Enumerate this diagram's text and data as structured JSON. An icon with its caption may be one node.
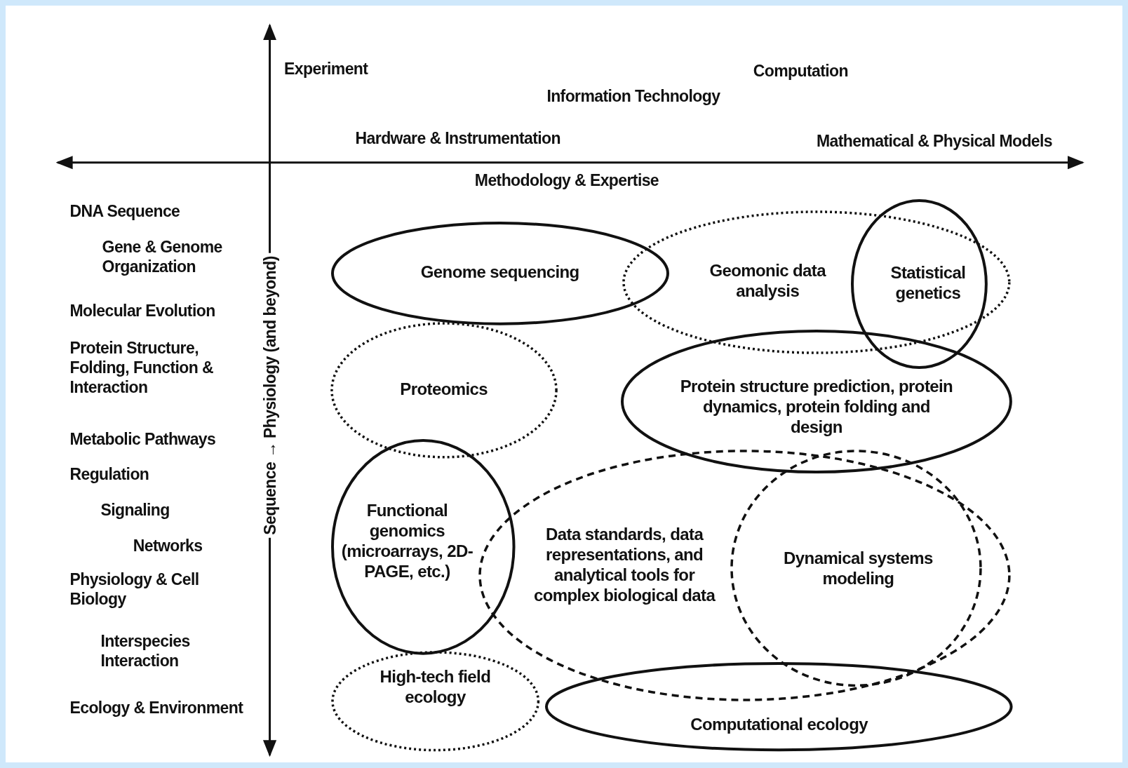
{
  "diagram": {
    "nodes": [
      {
        "text": [
          "Genome sequencing"
        ]
      },
      {
        "text": [
          "Geomonic data analysis"
        ]
      },
      {
        "text": [
          "Statistical genetics"
        ]
      },
      {
        "text": [
          "Proteomics"
        ]
      },
      {
        "text": [
          "Protein structure prediction, protein dynamics, protein folding and design"
        ]
      },
      {
        "text": [
          "Functional genomics (microarrays, 2D-PAGE, etc.)"
        ]
      },
      {
        "text": [
          "Data standards, data representations, and analytical tools for complex biological data"
        ]
      },
      {
        "text": [
          "Dynamical systems modeling"
        ],
        "in": 6
      },
      {
        "text": [
          "High-tech field ecology"
        ]
      },
      {
        "text": [
          "Computational ecology"
        ]
      }
    ],
    "edges": [],
    "labels": [
      "Experiment",
      "Computation",
      "Information Technology",
      "Hardware & Instrumentation",
      "Mathematical & Physical Models",
      "Methodology & Expertise",
      "Sequence → Physiology (and beyond)",
      "DNA Sequence",
      "Gene & Genome Organization",
      "Molecular Evolution",
      "Protein Structure, Folding, Function & Interaction",
      "Metabolic Pathways",
      "Regulation",
      "Signaling",
      "Networks",
      "Physiology & Cell Biology",
      "Interspecies Interaction",
      "Ecology & Environment"
    ]
  }
}
